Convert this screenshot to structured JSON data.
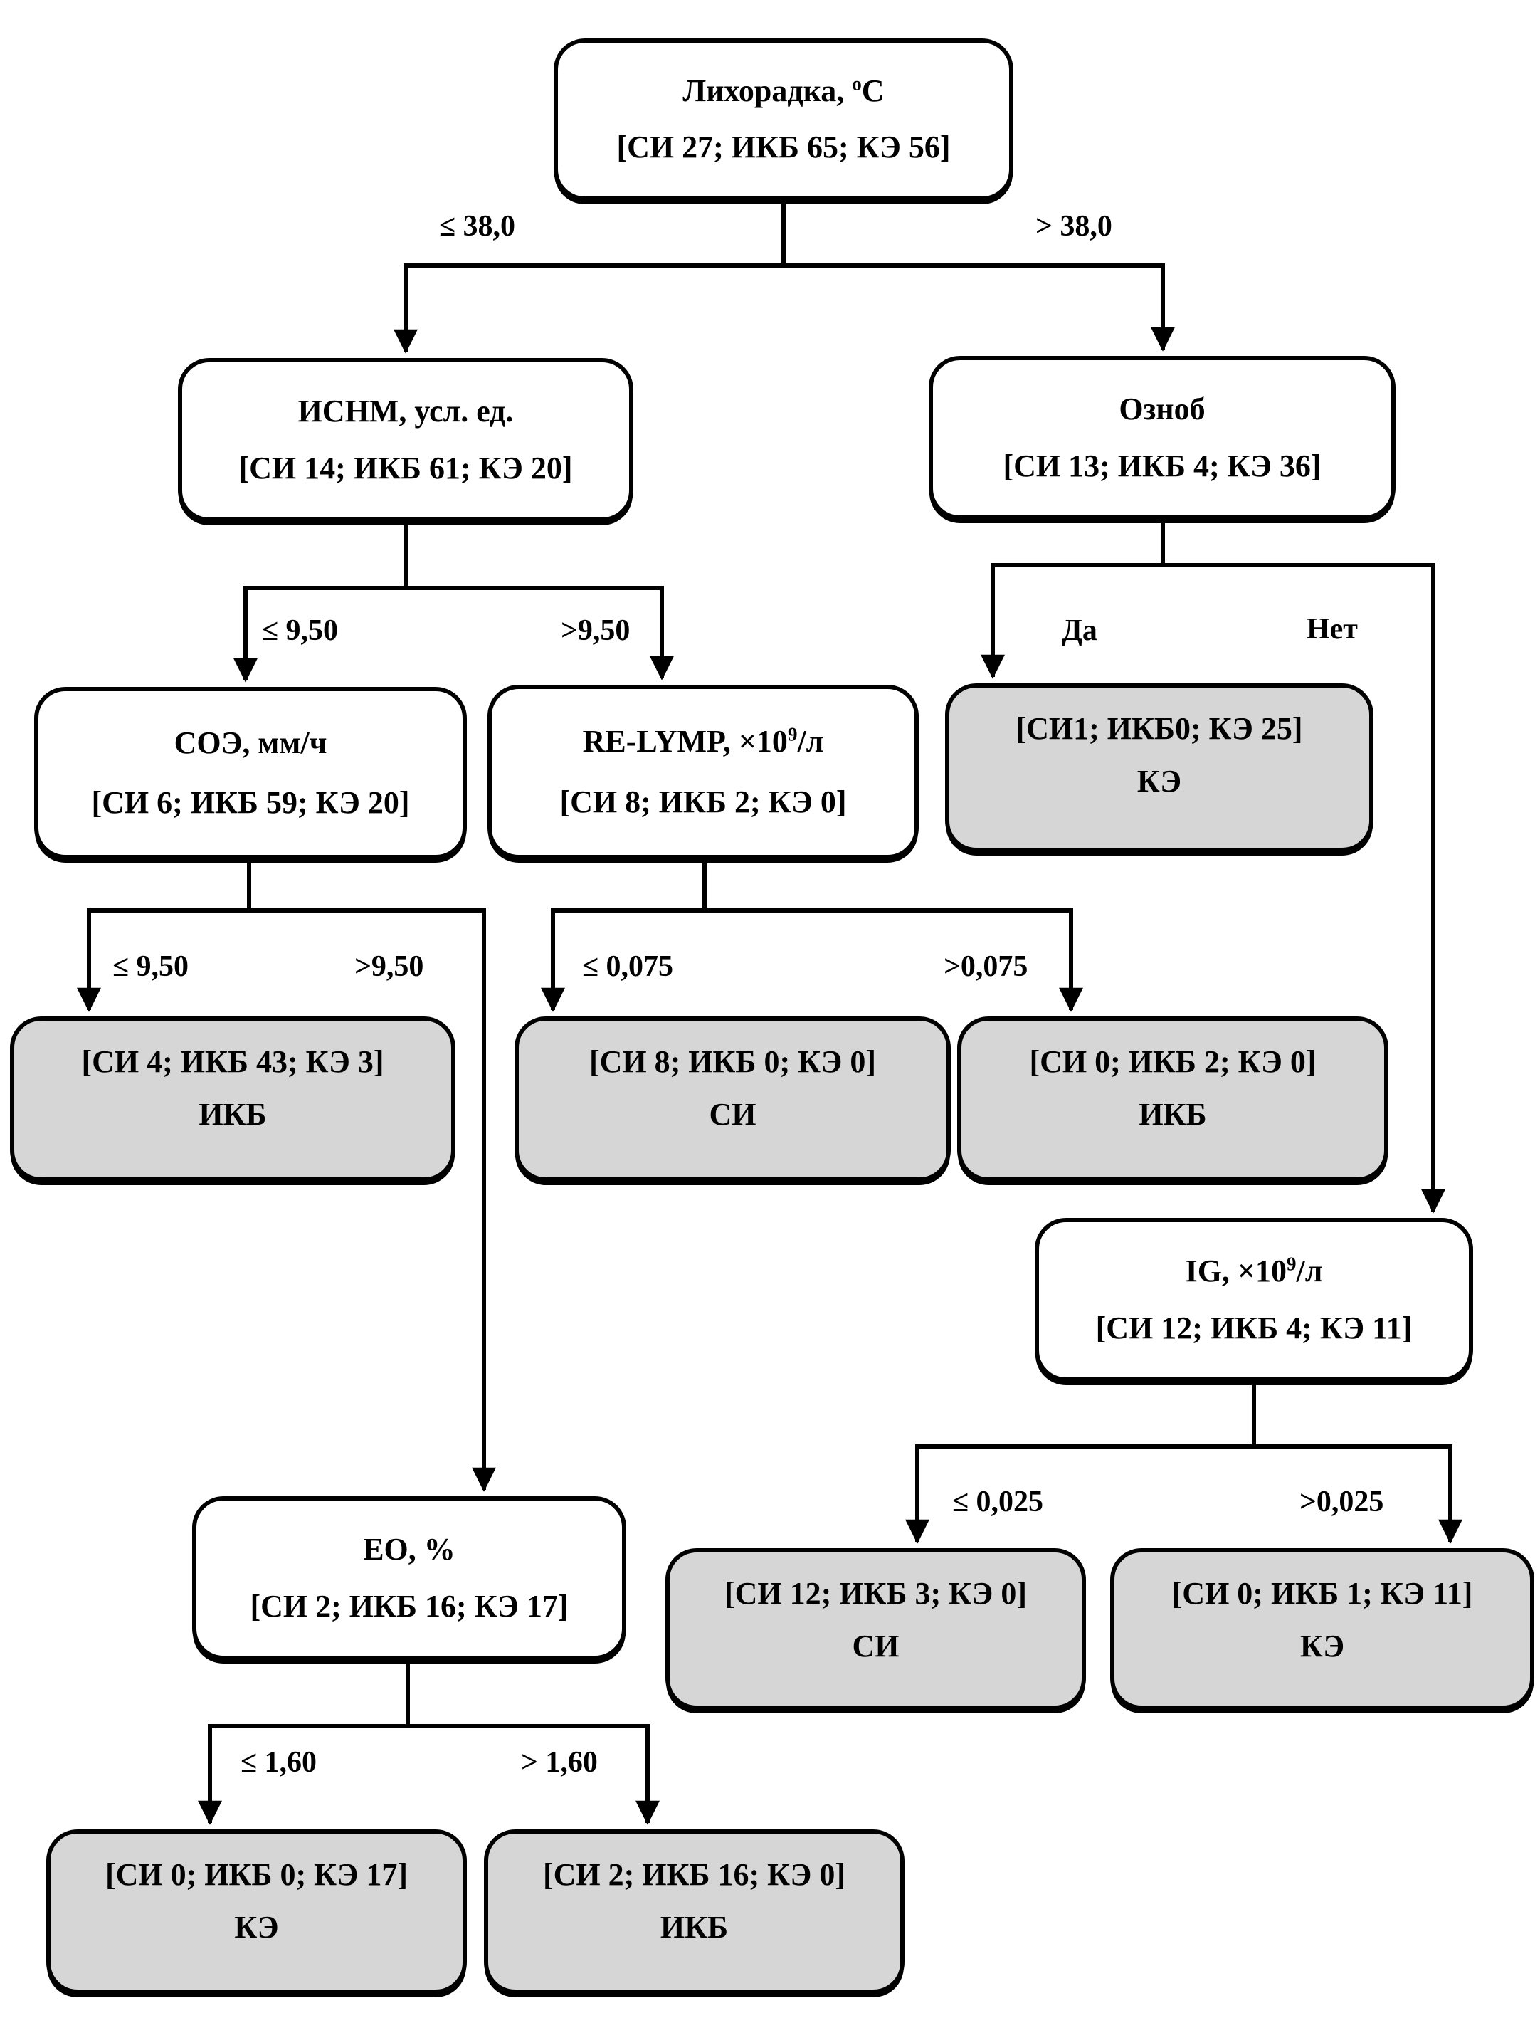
{
  "diagram_title": "Decision tree: fever/laboratory classification of СИ, ИКБ, КЭ",
  "colors": {
    "background": "#ffffff",
    "node_fill": "#ffffff",
    "leaf_fill": "#d6d6d6",
    "stroke": "#000000"
  },
  "nodes": [
    {
      "id": "fever",
      "t1": "Лихорадка, ",
      "sup": "о",
      "t2": "С",
      "stats": "[СИ 27; ИКБ 65; КЭ 56]"
    },
    {
      "id": "isnm",
      "t1": "ИСНМ, усл. ед.",
      "stats": "[СИ 14; ИКБ 61; КЭ 20]"
    },
    {
      "id": "oznob",
      "t1": "Озноб",
      "stats": "[СИ 13; ИКБ 4; КЭ 36]"
    },
    {
      "id": "soe",
      "t1": "СОЭ, мм/ч",
      "stats": "[СИ 6; ИКБ 59; КЭ 20]"
    },
    {
      "id": "relymp",
      "t1": "RE-LYMP, ×10",
      "sup": "9",
      "t2": "/л",
      "stats": "[СИ 8; ИКБ 2; КЭ 0]"
    },
    {
      "id": "leaf-ke-1",
      "stats": "[СИ1; ИКБ0; КЭ 25]",
      "label": "КЭ"
    },
    {
      "id": "leaf-ikb-1",
      "stats": "[СИ 4; ИКБ 43; КЭ 3]",
      "label": "ИКБ"
    },
    {
      "id": "leaf-si-1",
      "stats": "[СИ 8; ИКБ 0; КЭ 0]",
      "label": "СИ"
    },
    {
      "id": "leaf-ikb-2",
      "stats": "[СИ 0; ИКБ 2; КЭ 0]",
      "label": "ИКБ"
    },
    {
      "id": "ig",
      "t1": "IG, ×10",
      "sup": "9",
      "t2": "/л",
      "stats": "[СИ 12; ИКБ 4; КЭ 11]"
    },
    {
      "id": "eo",
      "t1": "ЕО, %",
      "stats": "[СИ 2; ИКБ 16; КЭ 17]"
    },
    {
      "id": "leaf-si-2",
      "stats": "[СИ 12; ИКБ 3; КЭ 0]",
      "label": "СИ"
    },
    {
      "id": "leaf-ke-2",
      "stats": "[СИ 0; ИКБ 1; КЭ 11]",
      "label": "КЭ"
    },
    {
      "id": "leaf-ke-3",
      "stats": "[СИ 0; ИКБ 0; КЭ 17]",
      "label": "КЭ"
    },
    {
      "id": "leaf-ikb-3",
      "stats": "[СИ 2; ИКБ 16; КЭ 0]",
      "label": "ИКБ"
    }
  ],
  "edge_labels": [
    {
      "id": "fever-le",
      "text": "≤ 38,0"
    },
    {
      "id": "fever-gt",
      "text": "> 38,0"
    },
    {
      "id": "isnm-le",
      "text": "≤ 9,50"
    },
    {
      "id": "isnm-gt",
      "text": ">9,50"
    },
    {
      "id": "oznob-yes",
      "text": "Да"
    },
    {
      "id": "oznob-no",
      "text": "Нет"
    },
    {
      "id": "soe-le",
      "text": "≤ 9,50"
    },
    {
      "id": "soe-gt",
      "text": ">9,50"
    },
    {
      "id": "relymp-le",
      "text": "≤ 0,075"
    },
    {
      "id": "relymp-gt",
      "text": ">0,075"
    },
    {
      "id": "ig-le",
      "text": "≤ 0,025"
    },
    {
      "id": "ig-gt",
      "text": ">0,025"
    },
    {
      "id": "eo-le",
      "text": "≤ 1,60"
    },
    {
      "id": "eo-gt",
      "text": "> 1,60"
    }
  ]
}
